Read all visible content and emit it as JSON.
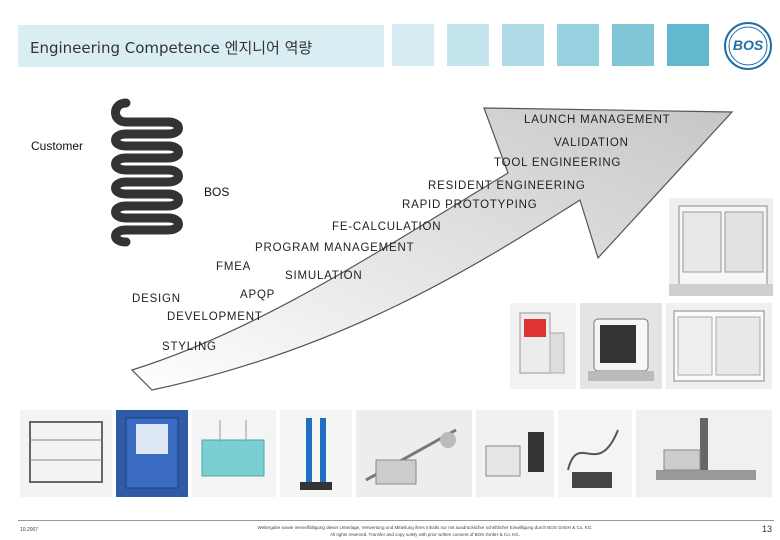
{
  "header": {
    "title": "Engineering Competence   엔지니어 역량",
    "logo_text": "BOS",
    "square_colors": [
      "#d4ecf1",
      "#c3e4ec",
      "#aedbe5",
      "#97d1df",
      "#7fc5d6",
      "#62b8cc"
    ]
  },
  "diagram": {
    "customer_label": "Customer",
    "bos_label": "BOS",
    "services": [
      "LAUNCH MANAGEMENT",
      "VALIDATION",
      "TOOL ENGINEERING",
      "RESIDENT ENGINEERING",
      "RAPID PROTOTYPING",
      "FE-CALCULATION",
      "PROGRAM MANAGEMENT",
      "FMEA",
      "SIMULATION",
      "DESIGN",
      "APQP",
      "DEVELOPMENT",
      "STYLING"
    ]
  },
  "photos": {
    "top_row": [
      "climate-chamber-photo",
      "test-cabinet-photo",
      "climate-chamber-2-photo",
      "test-chamber-photo"
    ],
    "bottom_row": [
      "test-rig-photo",
      "climate-cabinet-photo",
      "water-bath-photo",
      "tensile-tester-photo",
      "endurance-rig-photo",
      "shaker-photo",
      "cable-rig-photo",
      "fixture-bench-photo"
    ]
  },
  "footer": {
    "date": "10.2007",
    "line1": "Weitergabe sowie Vervielfältigung dieser Unterlage, Verwertung und Mitteilung ihres Inhalts nur mit ausdrücklicher schriftlicher Einwilligung durch BOS GmbH & Co. KG.",
    "line2": "All rights reserved. Transfer and copy solely with prior written consent of BOS GmbH & Co. KG.",
    "page_number": "13"
  }
}
